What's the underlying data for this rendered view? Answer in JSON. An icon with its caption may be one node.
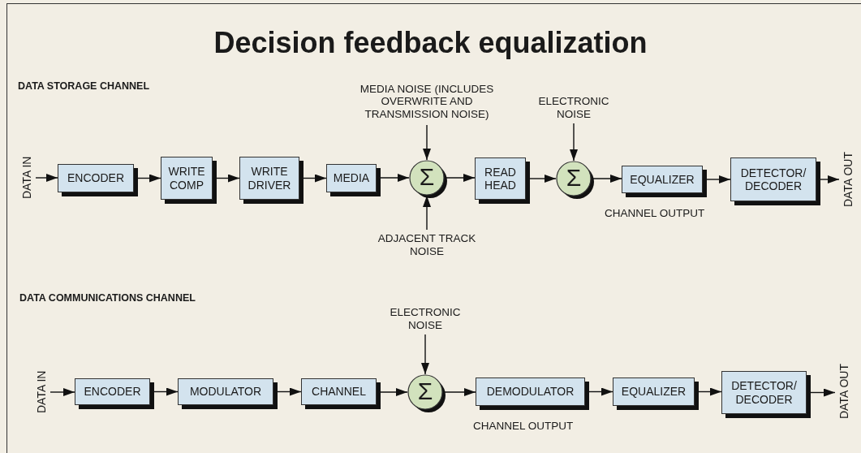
{
  "diagram": {
    "title": "Decision feedback equalization",
    "nodes": [
      {
        "text": [
          "DATA IN"
        ]
      },
      {
        "text": [
          "ENCODER"
        ]
      },
      {
        "text": [
          "WRITE COMP"
        ]
      },
      {
        "text": [
          "WRITE DRIVER"
        ]
      },
      {
        "text": [
          "MEDIA"
        ]
      },
      {
        "text": [
          "MEDIA NOISE (INCLUDES OVERWRITE AND TRANSMISSION NOISE)"
        ]
      },
      {
        "text": [
          "Σ"
        ]
      },
      {
        "text": [
          "ADJACENT TRACK NOISE"
        ]
      },
      {
        "text": [
          "READ HEAD"
        ]
      },
      {
        "text": [
          "ELECTRONIC NOISE"
        ]
      },
      {
        "text": [
          "Σ"
        ]
      },
      {
        "text": [
          "EQUALIZER"
        ]
      },
      {
        "text": [
          "DETECTOR/ DECODER"
        ]
      },
      {
        "text": [
          "DATA OUT"
        ]
      },
      {
        "text": [
          "DATA IN"
        ]
      },
      {
        "text": [
          "ENCODER"
        ]
      },
      {
        "text": [
          "MODULATOR"
        ]
      },
      {
        "text": [
          "CHANNEL"
        ]
      },
      {
        "text": [
          "ELECTRONIC NOISE"
        ]
      },
      {
        "text": [
          "Σ"
        ]
      },
      {
        "text": [
          "DEMODULATOR"
        ]
      },
      {
        "text": [
          "EQUALIZER"
        ]
      },
      {
        "text": [
          "DETECTOR/ DECODER"
        ]
      },
      {
        "text": [
          "DATA OUT"
        ]
      }
    ],
    "edges": [
      {
        "from": 0,
        "to": 1,
        "arrow": "to"
      },
      {
        "from": 1,
        "to": 2,
        "arrow": "to"
      },
      {
        "from": 2,
        "to": 3,
        "arrow": "to"
      },
      {
        "from": 3,
        "to": 4,
        "arrow": "to"
      },
      {
        "from": 4,
        "to": 6,
        "arrow": "to"
      },
      {
        "from": 5,
        "to": 6,
        "arrow": "to"
      },
      {
        "from": 7,
        "to": 6,
        "arrow": "to"
      },
      {
        "from": 6,
        "to": 8,
        "arrow": "to"
      },
      {
        "from": 8,
        "to": 10,
        "arrow": "to"
      },
      {
        "from": 9,
        "to": 10,
        "arrow": "to"
      },
      {
        "from": 10,
        "to": 11,
        "arrow": "to"
      },
      {
        "from": 11,
        "to": 12,
        "arrow": "to"
      },
      {
        "from": 12,
        "to": 13,
        "arrow": "to"
      },
      {
        "from": 14,
        "to": 15,
        "arrow": "to"
      },
      {
        "from": 15,
        "to": 16,
        "arrow": "to"
      },
      {
        "from": 16,
        "to": 17,
        "arrow": "to"
      },
      {
        "from": 17,
        "to": 19,
        "arrow": "to"
      },
      {
        "from": 18,
        "to": 19,
        "arrow": "to"
      },
      {
        "from": 19,
        "to": 20,
        "arrow": "to"
      },
      {
        "from": 20,
        "to": 21,
        "arrow": "to"
      },
      {
        "from": 21,
        "to": 22,
        "arrow": "to"
      },
      {
        "from": 22,
        "to": 23,
        "arrow": "to"
      }
    ],
    "labels": [
      "DATA STORAGE CHANNEL",
      "CHANNEL OUTPUT",
      "DATA COMMUNICATIONS CHANNEL",
      "CHANNEL OUTPUT"
    ]
  }
}
